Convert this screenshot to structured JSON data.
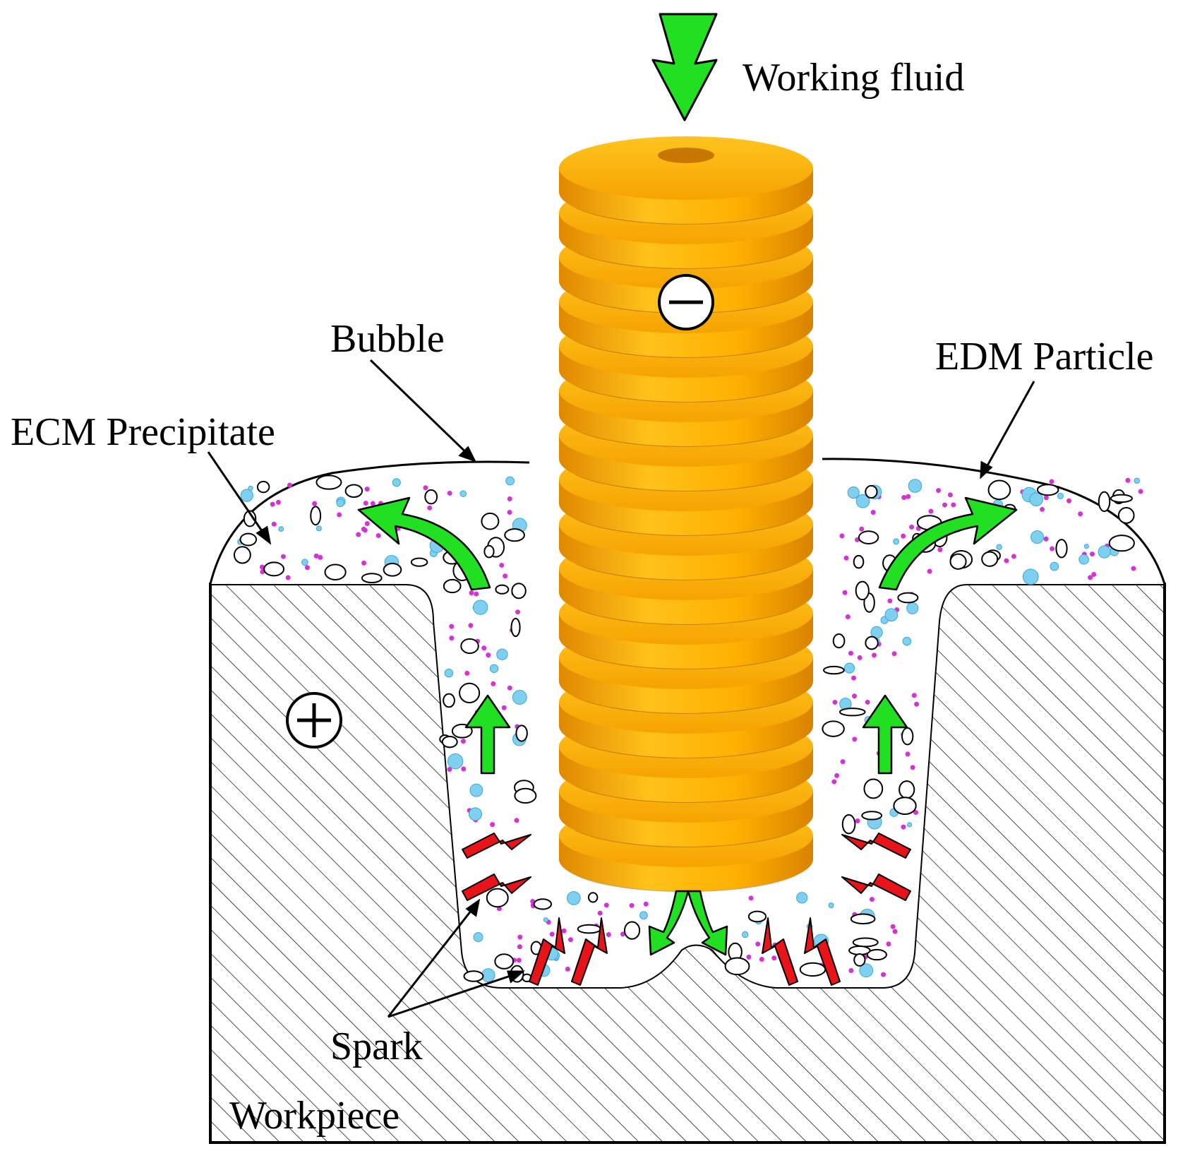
{
  "labels": {
    "working_fluid": "Working fluid",
    "bubble": "Bubble",
    "edm_particle": "EDM Particle",
    "ecm_precipitate": "ECM Precipitate",
    "spark": "Spark",
    "workpiece": "Workpiece"
  },
  "symbols": {
    "cathode": "−",
    "anode": "+"
  },
  "colors": {
    "electrode": "#f8a800",
    "electrode_dark": "#b86e00",
    "flow_arrow": "#21e021",
    "spark": "#e8141a",
    "bubble": "#7fd0f0",
    "edm_particle": "#d631d6",
    "hatch": "#000000"
  },
  "icons": {
    "working_fluid_arrow": "green-down-arrow-icon",
    "flow_arrows": "green-flow-arrow-icon",
    "spark": "red-lightning-icon",
    "cathode": "minus-circle-icon",
    "anode": "plus-circle-icon"
  }
}
